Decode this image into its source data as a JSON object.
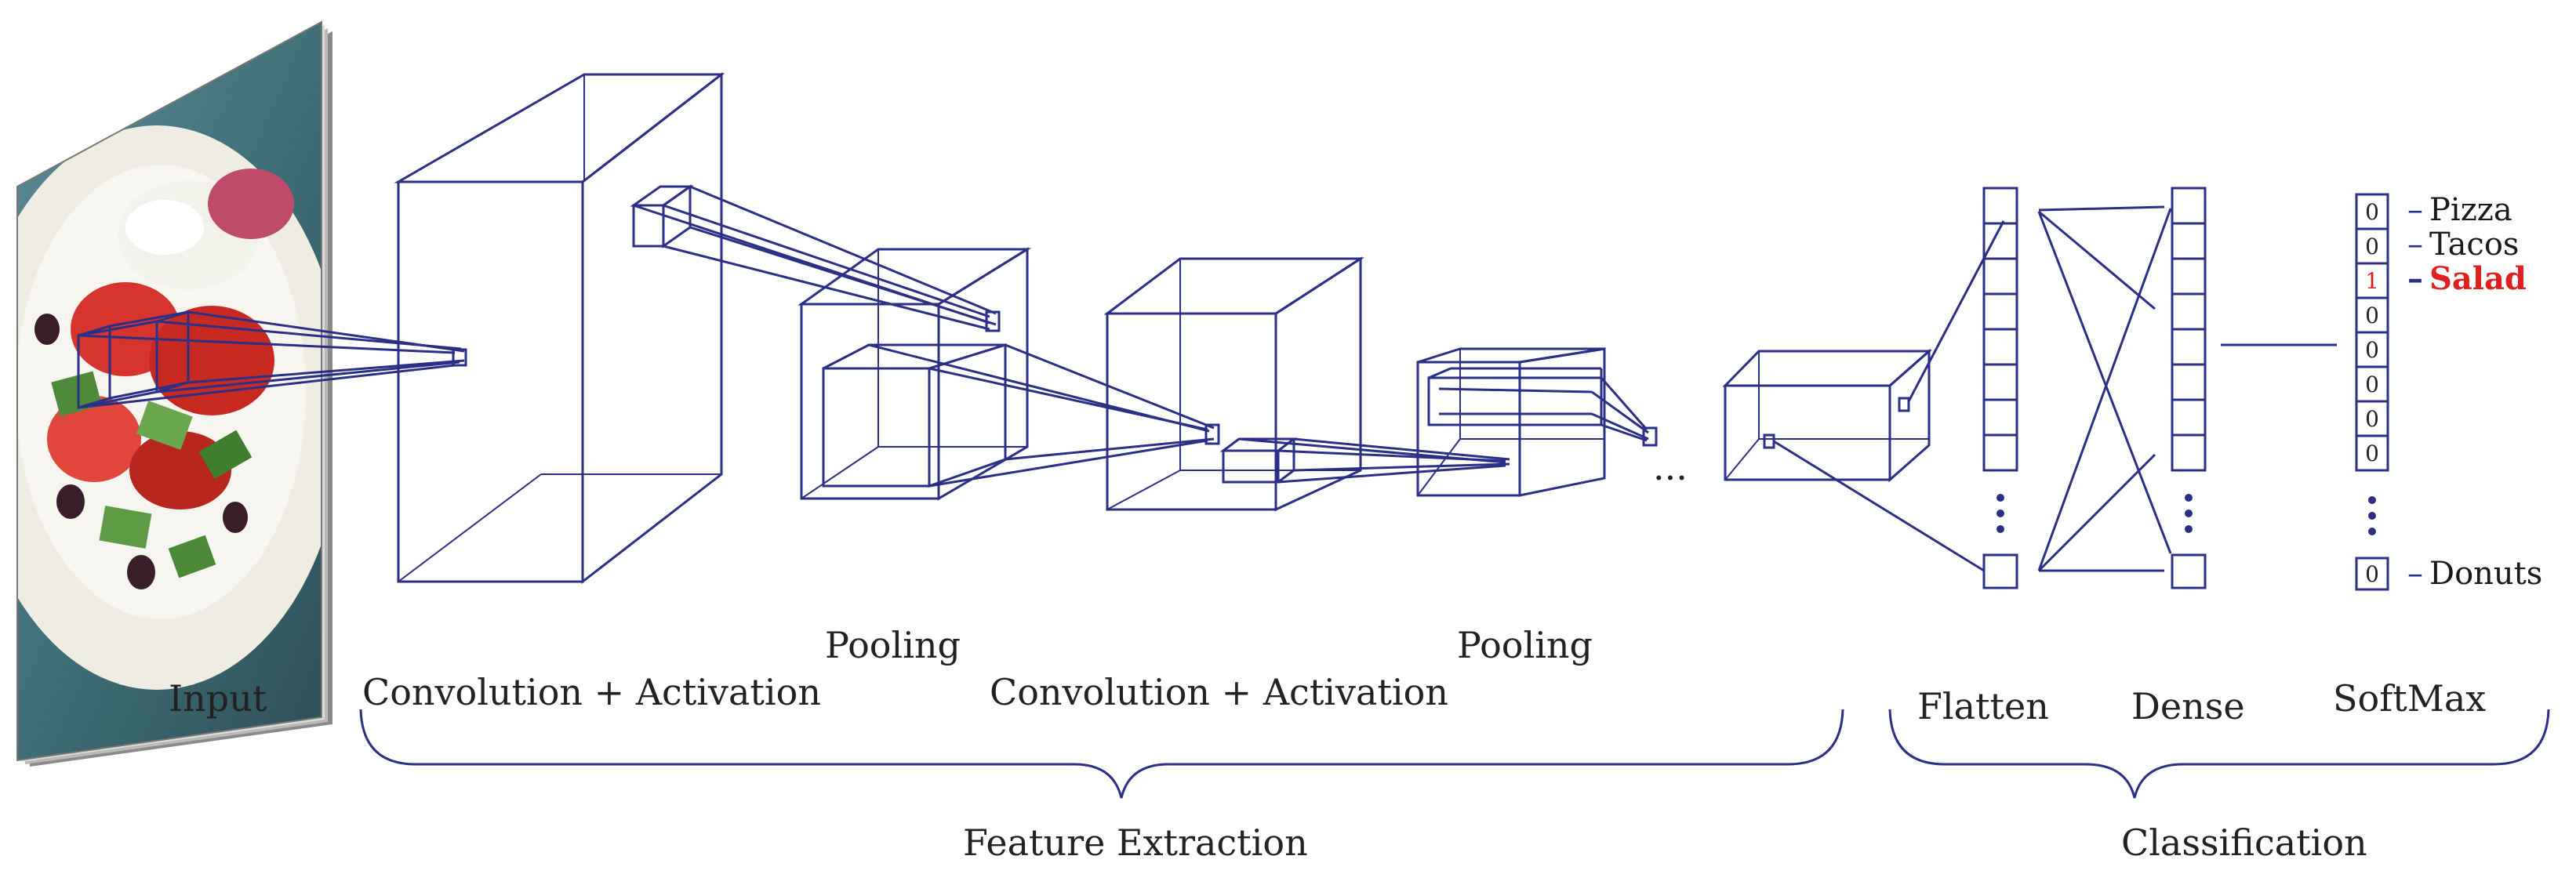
{
  "colors": {
    "line": "#2b2f86",
    "highlight": "#e02020",
    "text": "#222222"
  },
  "labels": {
    "input": "Input",
    "conv1": "Convolution + Activation",
    "pool1": "Pooling",
    "conv2": "Convolution + Activation",
    "pool2": "Pooling",
    "flatten": "Flatten",
    "dense": "Dense",
    "softmax": "SoftMax",
    "feature_extraction": "Feature Extraction",
    "classification": "Classification",
    "ellipsis": "..."
  },
  "softmax": {
    "top_cells": [
      "0",
      "0",
      "1",
      "0",
      "0",
      "0",
      "0",
      "0"
    ],
    "bottom_cell": "0",
    "classes": [
      {
        "name": "Pizza",
        "cell": 0,
        "highlight": false
      },
      {
        "name": "Tacos",
        "cell": 1,
        "highlight": false
      },
      {
        "name": "Salad",
        "cell": 2,
        "highlight": true
      },
      {
        "name": "Donuts",
        "cell": "bottom",
        "highlight": false
      }
    ]
  }
}
